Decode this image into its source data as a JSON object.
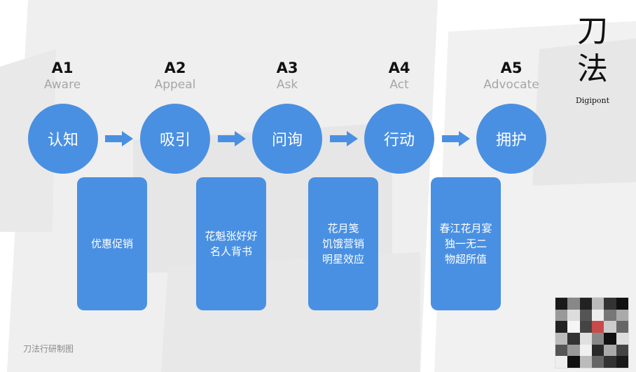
{
  "stages": [
    {
      "code": "A1",
      "en": "Aware",
      "zh": "认知",
      "card": [
        "优惠促销"
      ]
    },
    {
      "code": "A2",
      "en": "Appeal",
      "zh": "吸引",
      "card": [
        "花魁张好好",
        "名人背书"
      ]
    },
    {
      "code": "A3",
      "en": "Ask",
      "zh": "问询",
      "card": [
        "花月笺",
        "饥饿营销",
        "明星效应"
      ]
    },
    {
      "code": "A4",
      "en": "Act",
      "zh": "行动",
      "card": [
        "春江花月宴",
        "独一无二",
        "物超所值"
      ]
    },
    {
      "code": "A5",
      "en": "Advocate",
      "zh": "拥护",
      "card": []
    }
  ],
  "logo": {
    "char1": "刀",
    "char2": "法",
    "subtitle": "Digipont"
  },
  "footer": "刀法行研制图",
  "colors": {
    "accent": "#4a90e2",
    "stage_en": "#a6a6a6",
    "background_shapes": "#ededed"
  },
  "icons": {
    "arrow": "right-arrow-icon"
  },
  "qr_image": "pixelated-qr-code"
}
